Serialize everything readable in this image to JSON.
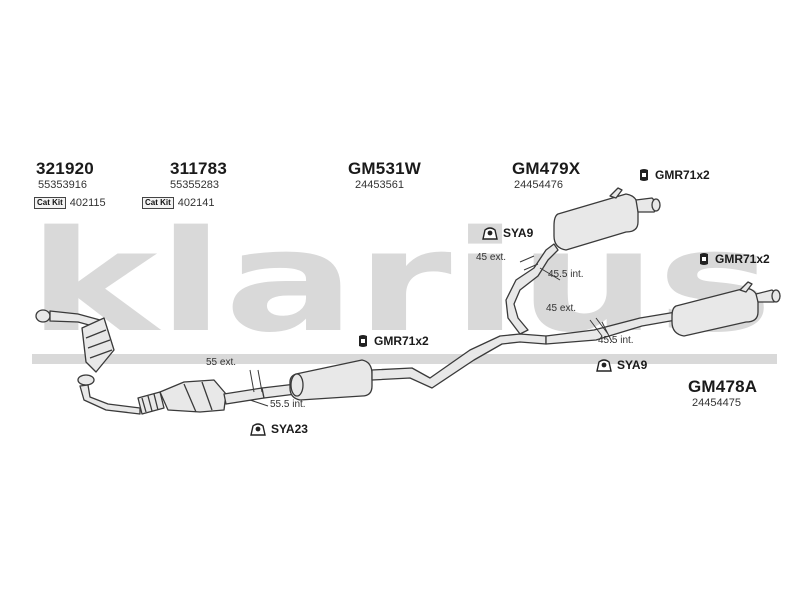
{
  "watermark": {
    "text": "klarius",
    "color": "#d9d9d9"
  },
  "colors": {
    "pipe_fill": "#e8e8e8",
    "pipe_stroke": "#3a3a3a",
    "text": "#1a1a1a"
  },
  "parts": [
    {
      "id": "front-pipe",
      "part_no": "321920",
      "oem": "55353916",
      "catkit_label": "Cat Kit",
      "catkit_no": "402115"
    },
    {
      "id": "catalyst",
      "part_no": "311783",
      "oem": "55355283",
      "catkit_label": "Cat Kit",
      "catkit_no": "402141"
    },
    {
      "id": "centre-silencer",
      "part_no": "GM531W",
      "oem": "24453561"
    },
    {
      "id": "middle-silencer",
      "part_no": "GM479X",
      "oem": "24454476"
    },
    {
      "id": "rear-silencer",
      "part_no": "GM478A",
      "oem": "24454475"
    }
  ],
  "fittings": [
    {
      "id": "gmr-top",
      "icon": "clip-icon",
      "text": "GMR71x2"
    },
    {
      "id": "gmr-right",
      "icon": "clip-icon",
      "text": "GMR71x2"
    },
    {
      "id": "gmr-centre",
      "icon": "clip-icon",
      "text": "GMR71x2"
    },
    {
      "id": "sya9-top",
      "icon": "mount-icon",
      "text": "SYA9"
    },
    {
      "id": "sya9-right",
      "icon": "mount-icon",
      "text": "SYA9"
    },
    {
      "id": "sya23",
      "icon": "mount-icon",
      "text": "SYA23"
    }
  ],
  "measurements": [
    {
      "id": "m-45ext-top",
      "text": "45 ext."
    },
    {
      "id": "m-455int-top",
      "text": "45.5 int."
    },
    {
      "id": "m-45ext-right",
      "text": "45 ext."
    },
    {
      "id": "m-455int-right",
      "text": "45.5 int."
    },
    {
      "id": "m-55ext",
      "text": "55 ext."
    },
    {
      "id": "m-555int",
      "text": "55.5 int."
    }
  ]
}
